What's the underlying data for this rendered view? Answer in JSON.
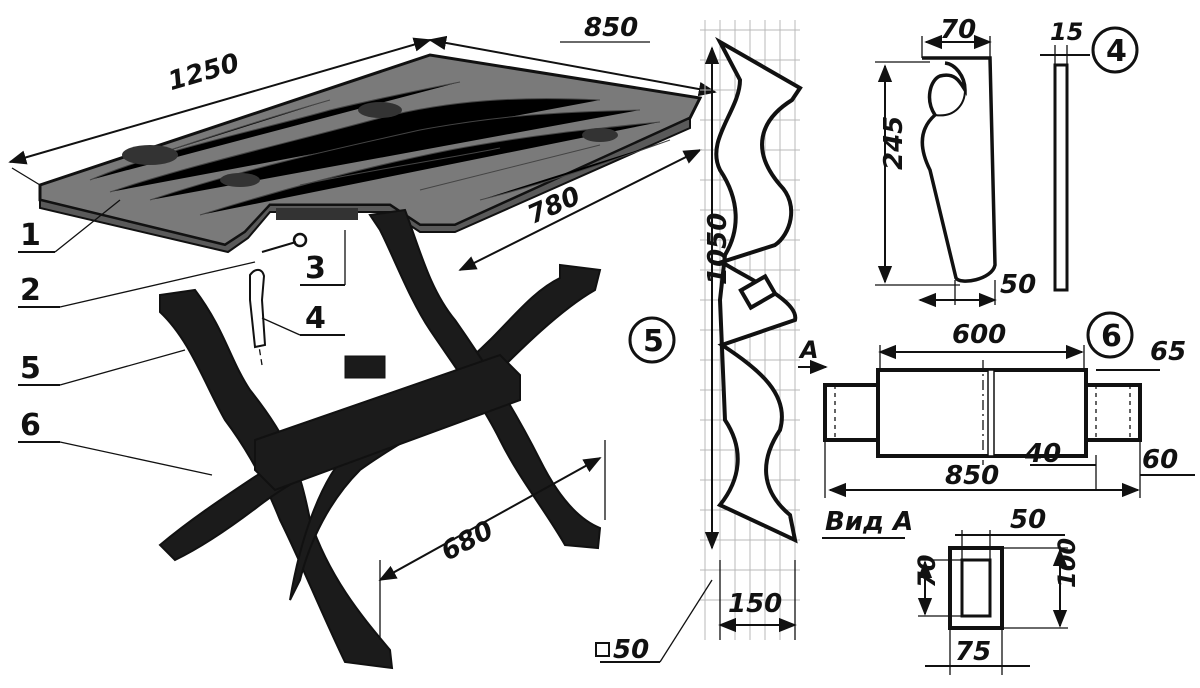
{
  "colors": {
    "ink": "#111111",
    "paper": "#ffffff",
    "grid": "#b9b9b9",
    "wood": "#7a7a7a"
  },
  "overview": {
    "dim_length": "1250",
    "dim_width": "850",
    "dim_side": "780",
    "dim_leg_span": "680",
    "part_labels": [
      "1",
      "2",
      "3",
      "4",
      "5",
      "6"
    ]
  },
  "leg_detail": {
    "number": "5",
    "dim_height": "1050",
    "dim_width": "150",
    "square_note": "50"
  },
  "wedge_detail": {
    "number": "4",
    "dim_width": "70",
    "dim_thickness": "15",
    "dim_height": "245",
    "dim_bottom": "50"
  },
  "stretcher_detail": {
    "number": "6",
    "view_arrow": "A",
    "dim_center": "600",
    "dim_total": "850",
    "dim_tenon_len": "65",
    "dim_shoulder": "40",
    "dim_tenon_end": "60"
  },
  "view_a": {
    "title": "Вид А",
    "dim_top": "50",
    "dim_inner": "70",
    "dim_outer": "100",
    "dim_bottom": "75"
  }
}
